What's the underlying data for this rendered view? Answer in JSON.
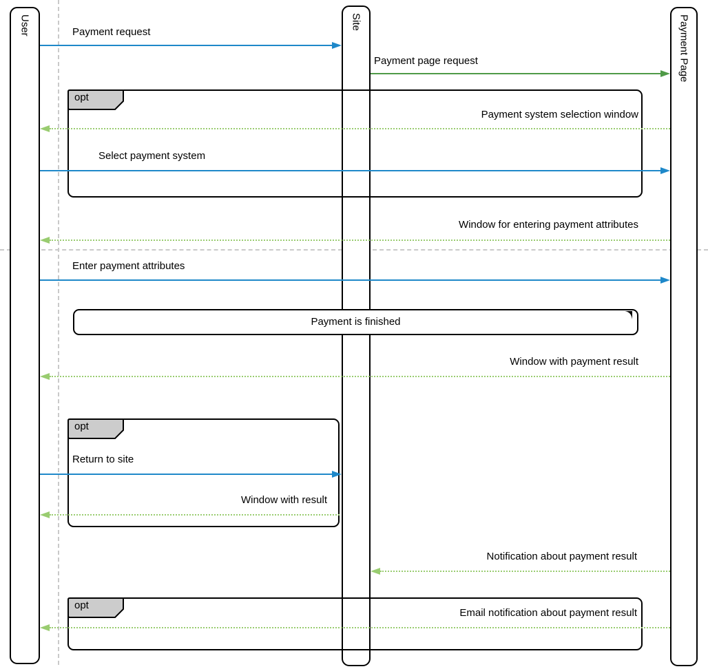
{
  "diagram_type": "uml-sequence",
  "lifelines": [
    {
      "label": "User"
    },
    {
      "label": "Site"
    },
    {
      "label": "Payment Page"
    }
  ],
  "frames": [
    {
      "label": "opt",
      "operator": "optional"
    },
    {
      "label": "opt",
      "operator": "optional"
    },
    {
      "label": "opt",
      "operator": "optional"
    }
  ],
  "note": {
    "text": "Payment is finished"
  },
  "messages": [
    {
      "label": "Payment request",
      "from": "User",
      "to": "Site",
      "line": "solid",
      "color": "#1e88c9"
    },
    {
      "label": "Payment page request",
      "from": "Site",
      "to": "Payment Page",
      "line": "solid",
      "color": "#4f9a47"
    },
    {
      "label": "Payment system selection window",
      "from": "Payment Page",
      "to": "User",
      "line": "dotted",
      "color": "#99cc70"
    },
    {
      "label": "Select payment system",
      "from": "User",
      "to": "Payment Page",
      "line": "solid",
      "color": "#1e88c9"
    },
    {
      "label": "Window for entering payment attributes",
      "from": "Payment Page",
      "to": "User",
      "line": "dotted",
      "color": "#99cc70"
    },
    {
      "label": "Enter payment attributes",
      "from": "User",
      "to": "Payment Page",
      "line": "solid",
      "color": "#1e88c9"
    },
    {
      "label": "Window with payment result",
      "from": "Payment Page",
      "to": "User",
      "line": "dotted",
      "color": "#99cc70"
    },
    {
      "label": "Return to site",
      "from": "User",
      "to": "Site",
      "line": "solid",
      "color": "#1e88c9"
    },
    {
      "label": "Window with result",
      "from": "Site",
      "to": "User",
      "line": "dotted",
      "color": "#99cc70"
    },
    {
      "label": "Notification about payment result",
      "from": "Payment Page",
      "to": "Site",
      "line": "dotted",
      "color": "#99cc70"
    },
    {
      "label": "Email notification about payment result",
      "from": "Payment Page",
      "to": "User",
      "line": "dotted",
      "color": "#99cc70"
    }
  ],
  "colors": {
    "solid_blue_arrow": "#1e88c9",
    "solid_green_arrow": "#4f9a47",
    "dotted_green_arrow": "#99cc70",
    "page_guide_gray": "#c9c9c9",
    "frame_tab_fill": "#cccccc",
    "shape_stroke": "#000000",
    "background": "#ffffff"
  }
}
